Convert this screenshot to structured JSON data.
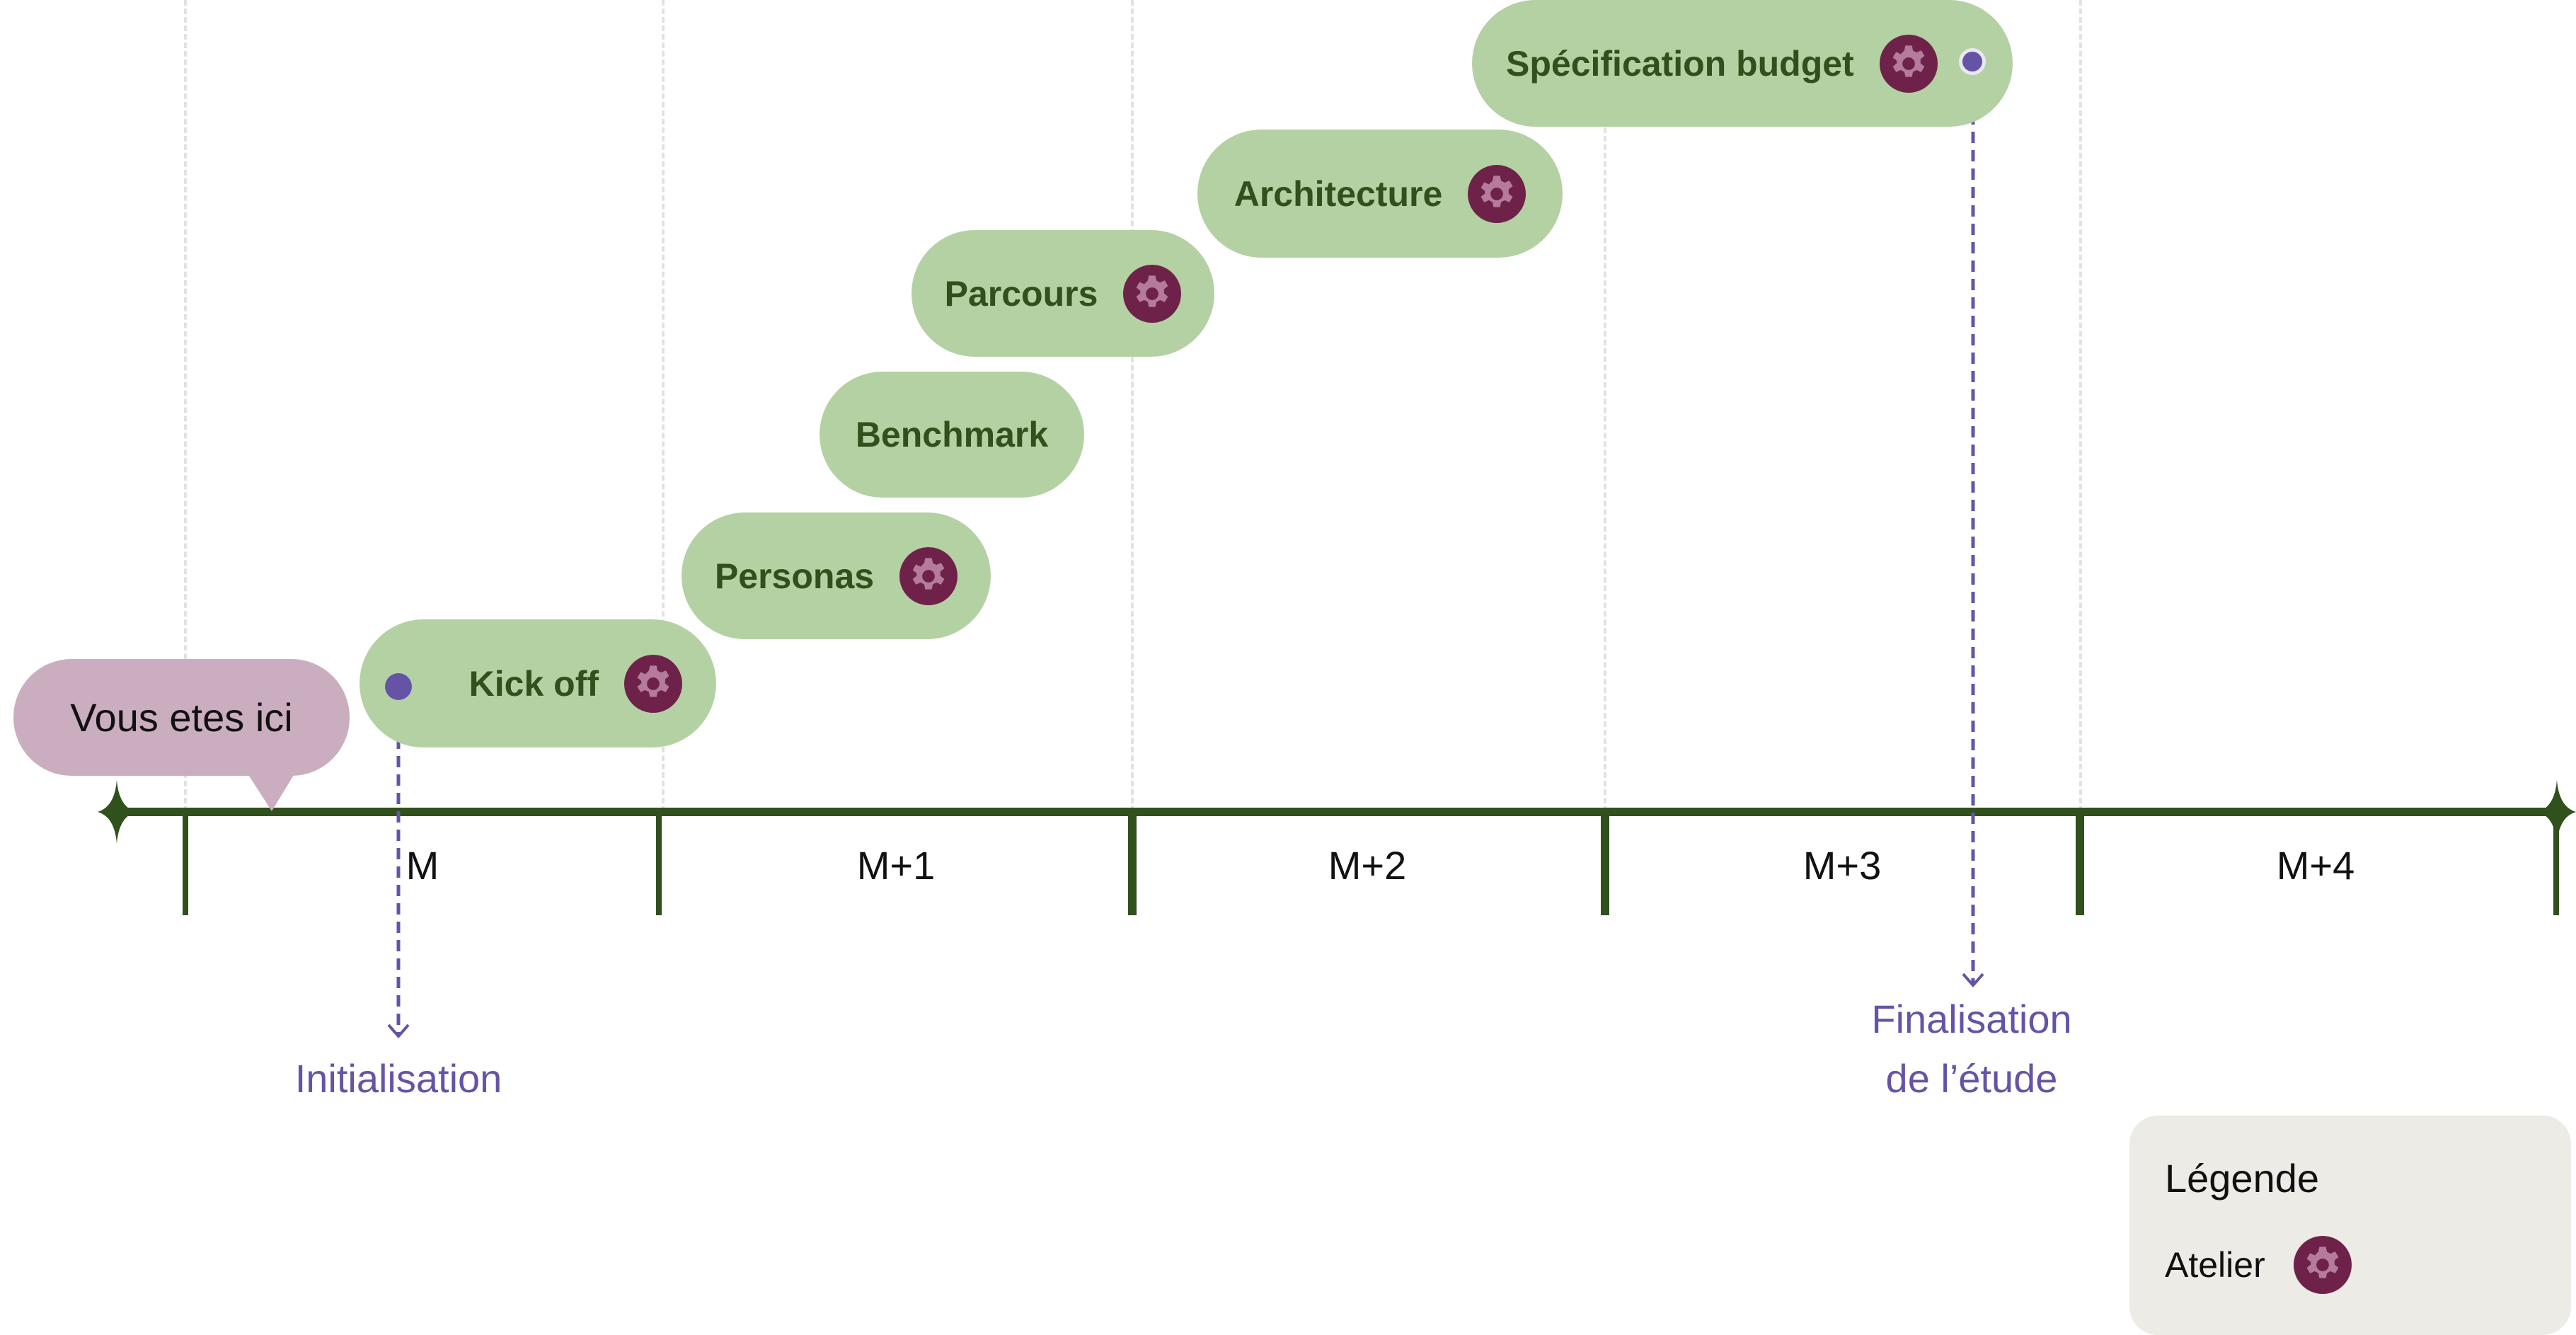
{
  "timeline": {
    "months": [
      "M",
      "M+1",
      "M+2",
      "M+3",
      "M+4"
    ],
    "current_position_label": "Vous etes ici",
    "phases": [
      {
        "label": "Kick off",
        "workshop": true
      },
      {
        "label": "Personas",
        "workshop": true
      },
      {
        "label": "Benchmark",
        "workshop": false
      },
      {
        "label": "Parcours",
        "workshop": true
      },
      {
        "label": "Architecture",
        "workshop": true
      },
      {
        "label": "Spécification budget",
        "workshop": true
      }
    ],
    "milestones": {
      "start": {
        "label": "Initialisation"
      },
      "end": {
        "label_line1": "Finalisation",
        "label_line2": "de l’étude"
      }
    }
  },
  "legend": {
    "title": "Légende",
    "items": [
      {
        "label": "Atelier",
        "icon": "gear-icon"
      }
    ]
  },
  "colors": {
    "axis": "#30501c",
    "phase_bg": "#b4d1a4",
    "phase_text": "#30501c",
    "workshop_icon_bg": "#6e2249",
    "workshop_icon_fg": "#b57b9c",
    "milestone": "#6554a6",
    "you_are_here_bg": "#caaec0",
    "legend_bg": "#edebe5"
  }
}
